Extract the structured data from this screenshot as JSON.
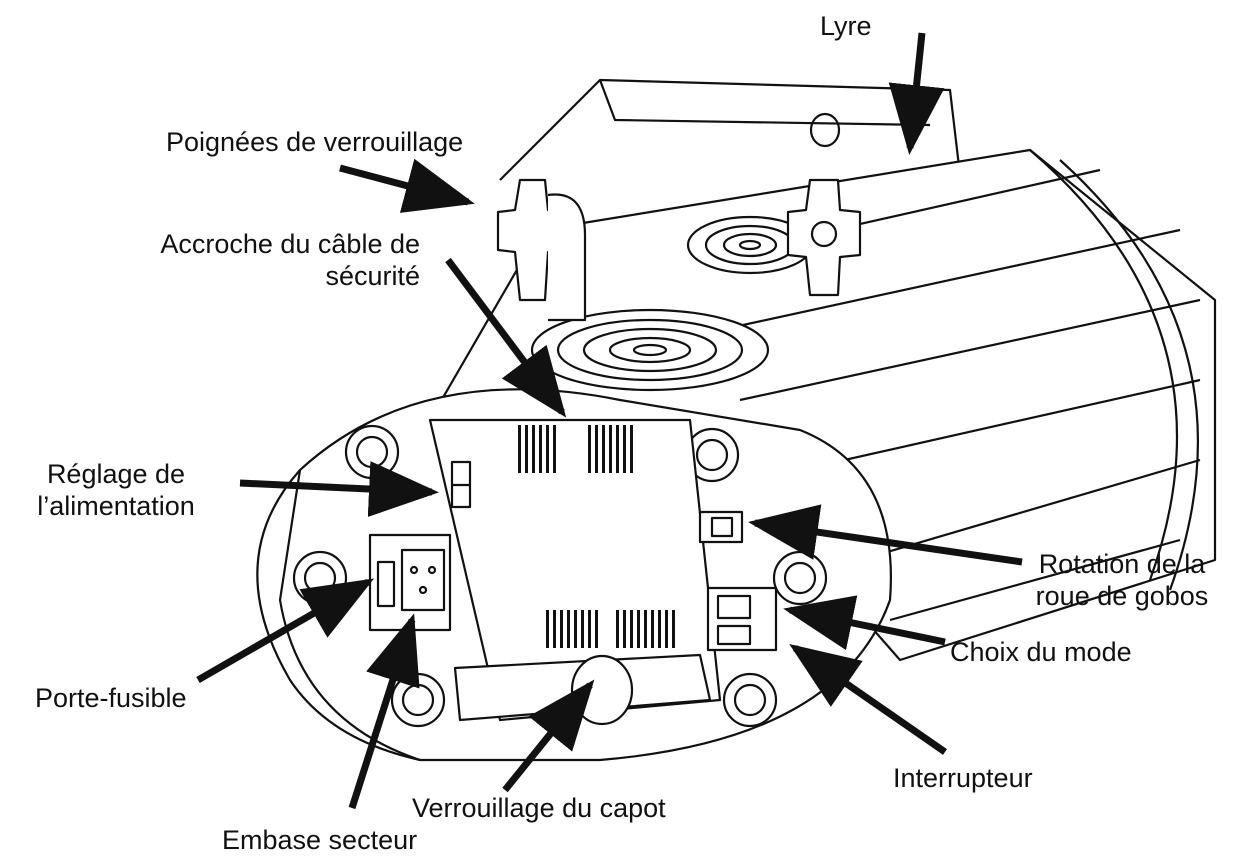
{
  "labels": {
    "lyre": "Lyre",
    "poignees": "Poignées de verrouillage",
    "accroche_line1": "Accroche du câble de",
    "accroche_line2": "sécurité",
    "reglage_line1": "Réglage de",
    "reglage_line2": "l’alimentation",
    "rotation_line1": "Rotation de la",
    "rotation_line2": "roue de gobos",
    "choix": "Choix du mode",
    "porte": "Porte-fusible",
    "interrupteur": "Interrupteur",
    "verrouillage": "Verrouillage du capot",
    "embase": "Embase secteur"
  },
  "colors": {
    "ink": "#111111",
    "background": "#ffffff"
  },
  "device": "fixture-illustration"
}
